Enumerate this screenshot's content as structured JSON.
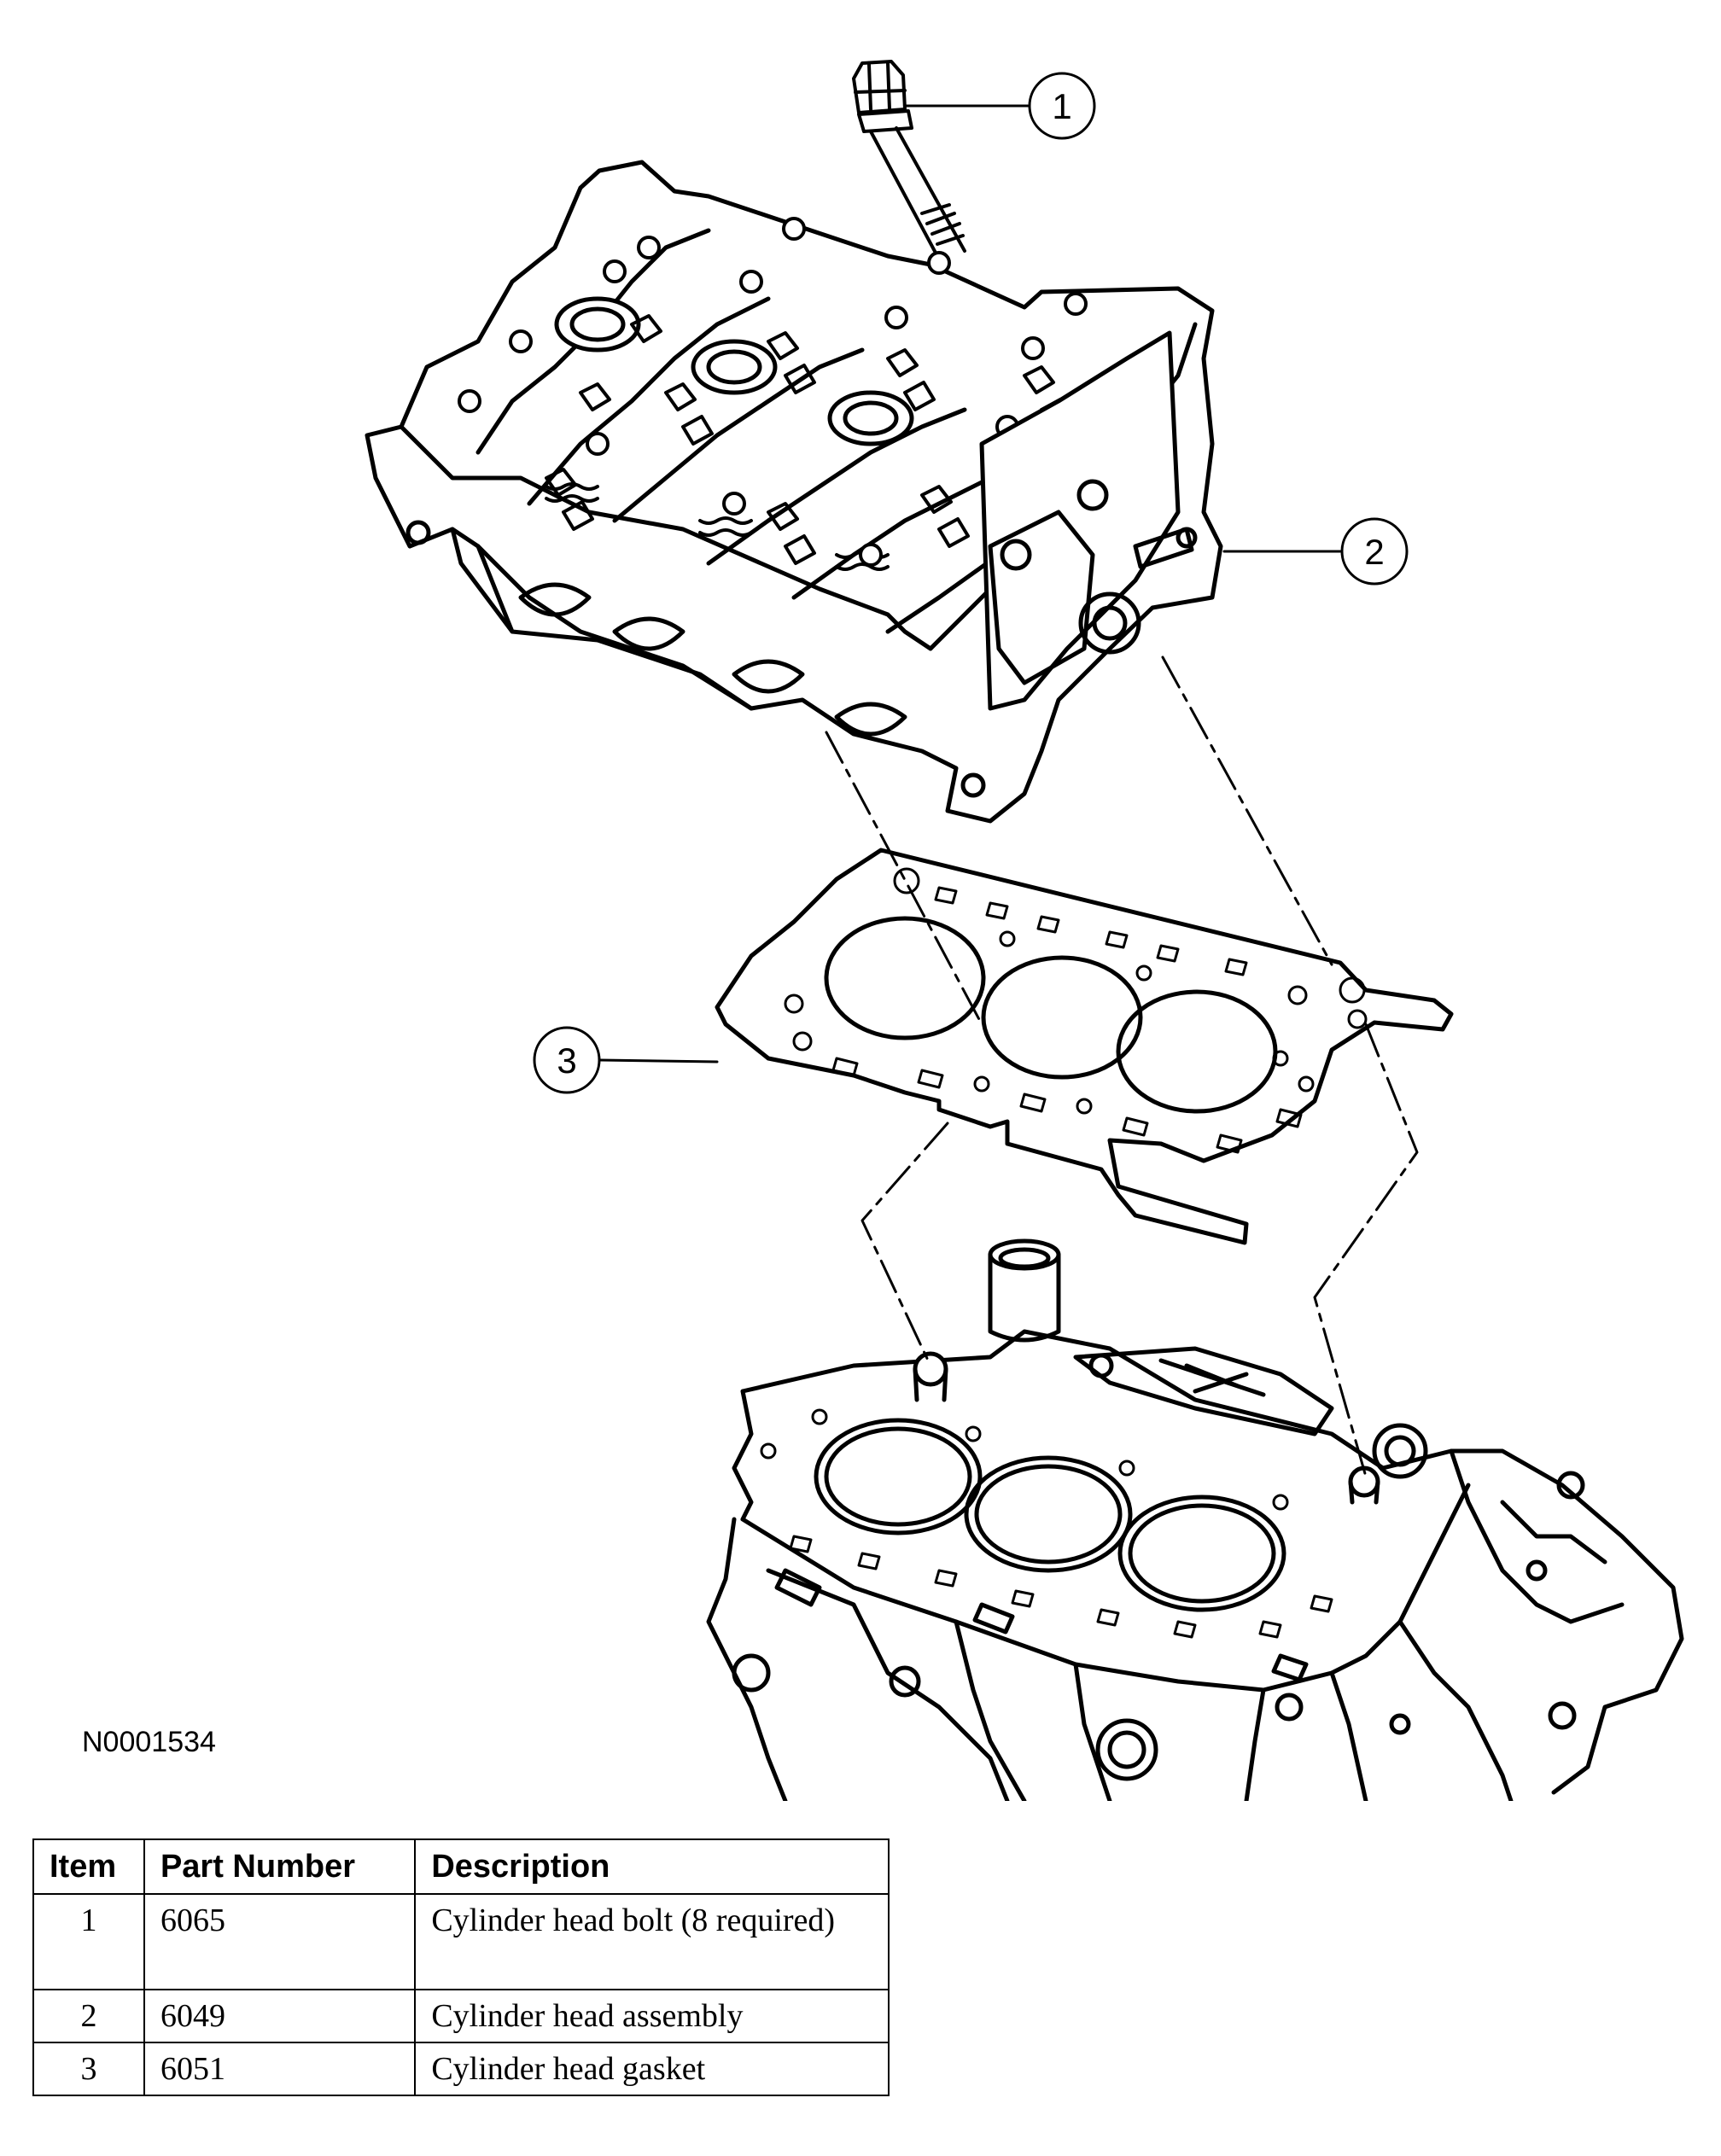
{
  "callouts": [
    "1",
    "2",
    "3"
  ],
  "figure_code": "N0001534",
  "table": {
    "headers": [
      "Item",
      "Part Number",
      "Description"
    ],
    "rows": [
      {
        "item": "1",
        "part": "6065",
        "desc": "Cylinder head bolt (8 required)"
      },
      {
        "item": "2",
        "part": "6049",
        "desc": "Cylinder head assembly"
      },
      {
        "item": "3",
        "part": "6051",
        "desc": "Cylinder head gasket"
      }
    ]
  }
}
